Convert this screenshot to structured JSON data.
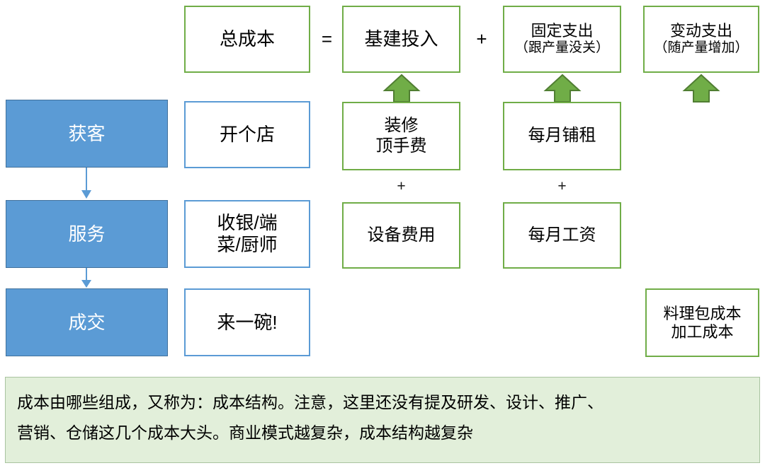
{
  "diagram": {
    "title_row": {
      "total_cost": "总成本",
      "equals": "=",
      "capex": "基建投入",
      "plus1": "+",
      "fixed_cost_line1": "固定支出",
      "fixed_cost_line2": "（跟产量没关）",
      "variable_cost_line1": "变动支出",
      "variable_cost_line2": "（随产量增加）"
    },
    "stage_column": {
      "items": [
        {
          "label": "获客"
        },
        {
          "label": "服务"
        },
        {
          "label": "成交"
        }
      ]
    },
    "example_column": {
      "items": [
        {
          "line1": "开个店",
          "line2": ""
        },
        {
          "line1": "收银/端",
          "line2": "菜/厨师"
        },
        {
          "line1": "来一碗!",
          "line2": ""
        }
      ]
    },
    "capex_column": {
      "item1_line1": "装修",
      "item1_line2": "顶手费",
      "plus": "+",
      "item2": "设备费用"
    },
    "fixed_column": {
      "item1": "每月铺租",
      "plus": "+",
      "item2": "每月工资"
    },
    "variable_column": {
      "item1_line1": "料理包成本",
      "item1_line2": "加工成本"
    },
    "caption": {
      "line1": "成本由哪些组成，又称为：成本结构。注意，这里还没有提及研发、设计、推广、",
      "line2": "营销、仓储这几个成本大头。商业模式越复杂，成本结构越复杂"
    },
    "colors": {
      "green_border": "#70AD47",
      "green_arrow_fill": "#70AD47",
      "green_arrow_stroke": "#507E32",
      "blue_fill": "#5B9BD5",
      "blue_border": "#41719C",
      "blue_outline": "#5B9BD5",
      "caption_fill": "#E2EFDA",
      "caption_border": "#A9C4A0"
    }
  }
}
